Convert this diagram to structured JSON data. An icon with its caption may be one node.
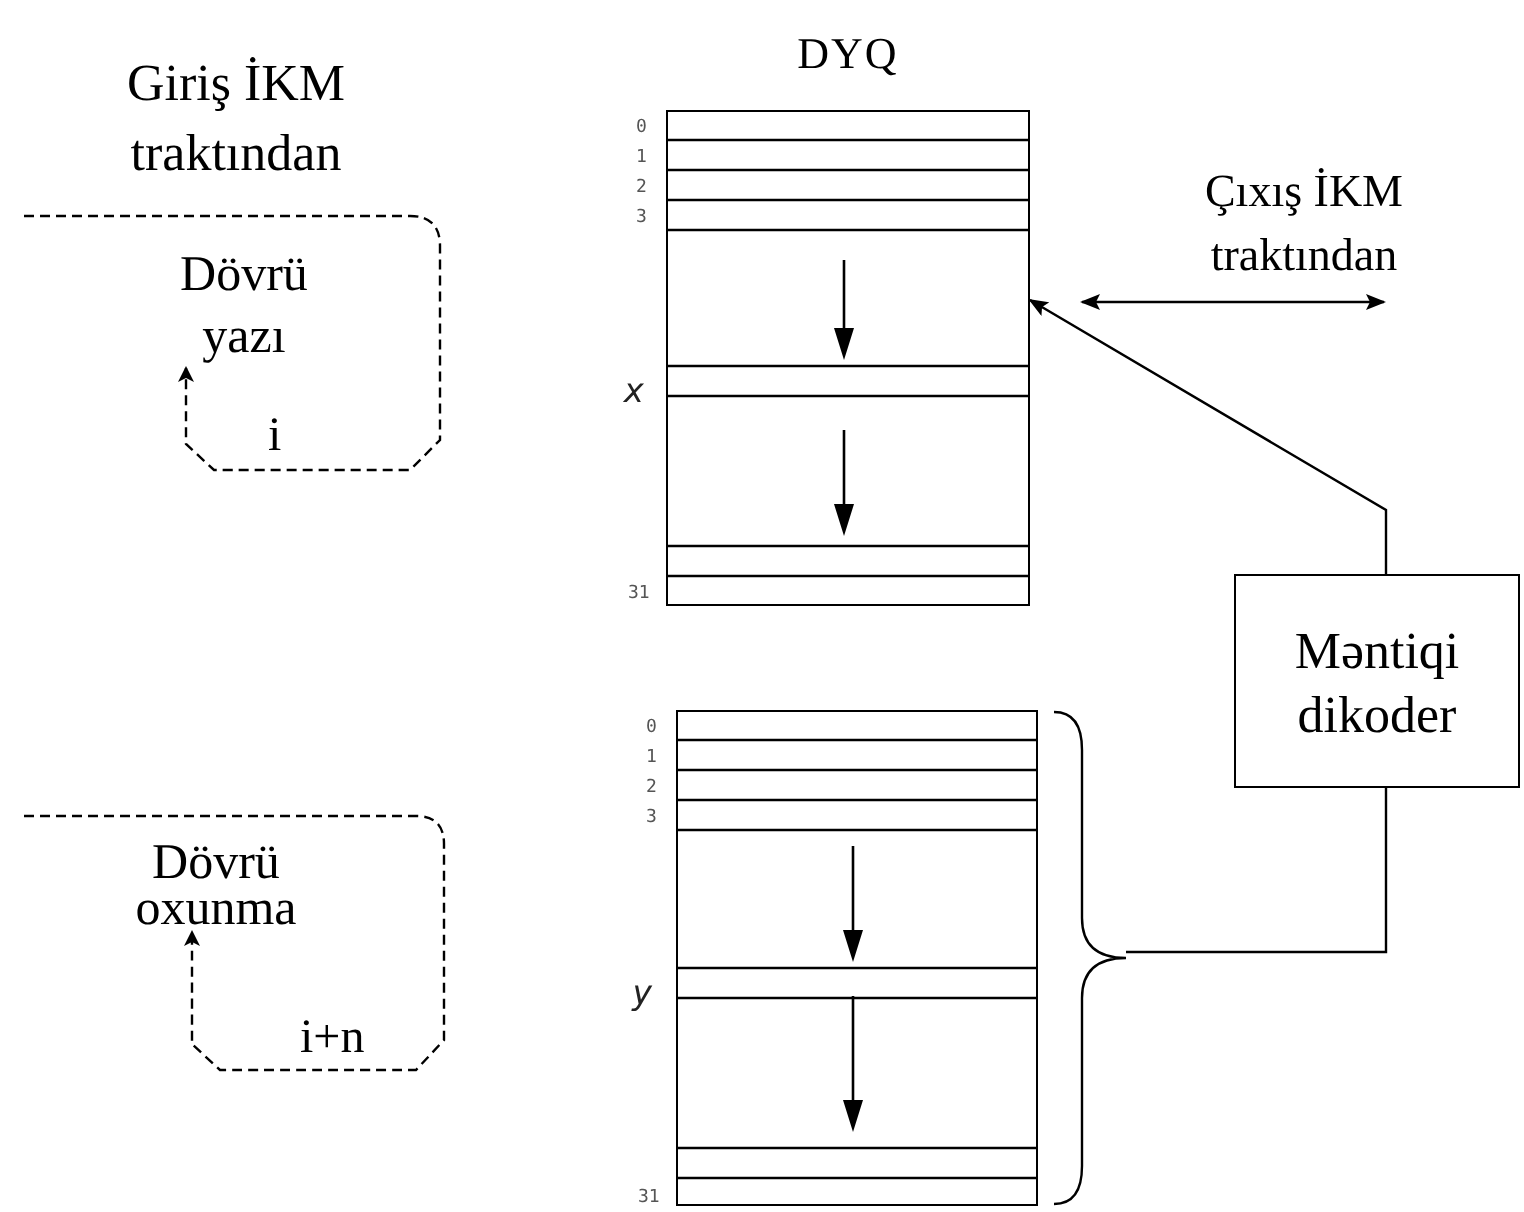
{
  "diagram": {
    "nodes": [
      {
        "text": [
          "DYQ"
        ]
      },
      {
        "text": [],
        "shape": "box"
      },
      {
        "text": [],
        "shape": "brace"
      },
      {
        "text": [
          "Məntiqi dikoder"
        ]
      },
      {
        "text": [
          "Dövrü yazı"
        ]
      },
      {
        "text": [
          "Dövrü oxunma"
        ]
      },
      {
        "text": [
          "Çıxış İKM traktından"
        ]
      }
    ],
    "edges": [
      {
        "from": 3,
        "to": 0,
        "arrow": "to"
      },
      {
        "from": 2,
        "to": 3,
        "arrow": "none"
      },
      {
        "from": null,
        "to": 6,
        "arrow": "both"
      },
      {
        "from": null,
        "to": 4,
        "arrow": "to",
        "style": "dashed",
        "label": "i"
      },
      {
        "from": null,
        "to": 5,
        "arrow": "to",
        "style": "dashed",
        "label": "i+n"
      }
    ],
    "labels": [
      "Giriş İKM traktından",
      "0",
      "1",
      "2",
      "3",
      "x",
      "31",
      "0",
      "1",
      "2",
      "3",
      "y",
      "31"
    ]
  }
}
